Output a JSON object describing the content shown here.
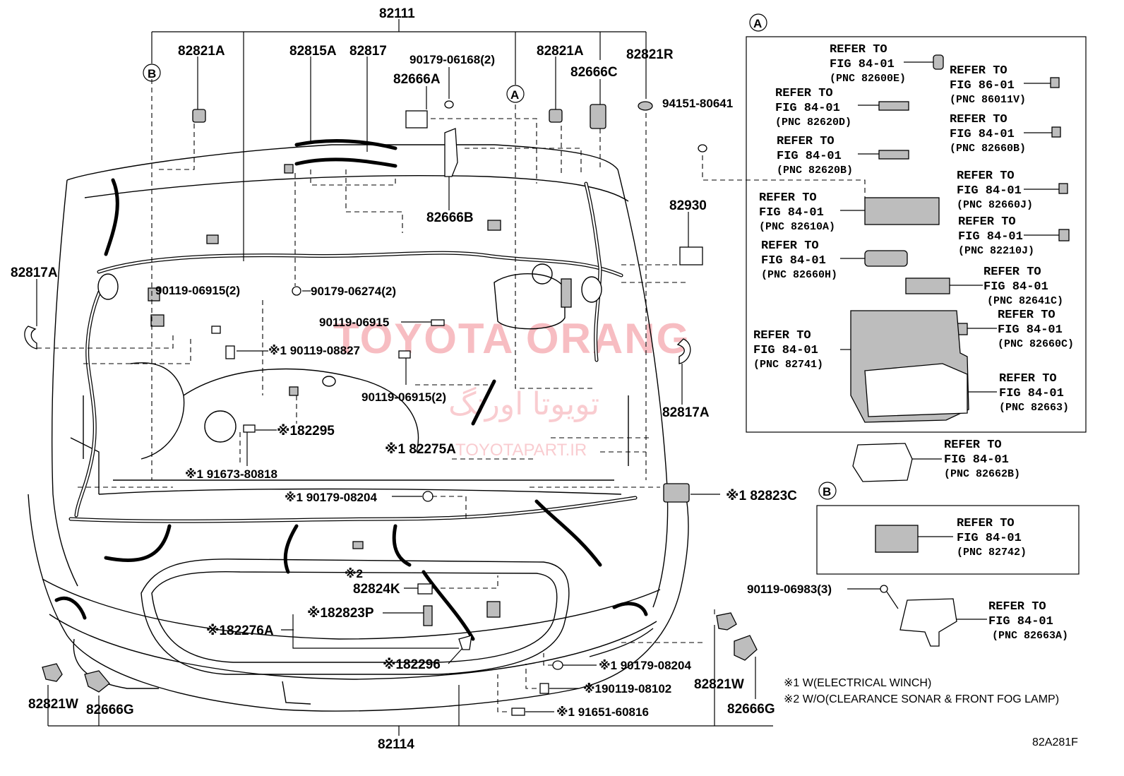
{
  "diagram_code": "82A281F",
  "watermark": {
    "main": "TOYOTA ORANG",
    "arabic": "تويوتا اورنگ",
    "url": "TOYOTAPART.IR"
  },
  "callouts": {
    "a": "A",
    "b": "B"
  },
  "labels": {
    "p82111": "82111",
    "p82114": "82114",
    "p82821A_l": "82821A",
    "p82815A": "82815A",
    "p82817": "82817",
    "p90179_06168": "90179-06168(2)",
    "p82666A": "82666A",
    "p82821A_r": "82821A",
    "p82666C": "82666C",
    "p82821R": "82821R",
    "p94151": "94151-80641",
    "p82666B": "82666B",
    "p82930": "82930",
    "p82817A_l": "82817A",
    "p82817A_r": "82817A",
    "p90119_06915_2a": "90119-06915(2)",
    "p90179_06274": "90179-06274(2)",
    "p90119_06915": "90119-06915",
    "p90119_08827": "※1 90119-08827",
    "p90119_06915_2b": "90119-06915(2)",
    "p82295": "※182295",
    "p82275A": "※1 82275A",
    "p91673": "※1 91673-80818",
    "p90179_08204a": "※1 90179-08204",
    "p82823C": "※1 82823C",
    "p82824K": "82824K",
    "p82823P": "※182823P",
    "p82276A": "※182276A",
    "p82296": "※182296",
    "p90179_08204b": "※1 90179-08204",
    "p90119_08102": "※190119-08102",
    "p91651": "※1 91651-60816",
    "p82821W_l": "82821W",
    "p82666G_l": "82666G",
    "p82821W_r": "82821W",
    "p82666G_r": "82666G",
    "star2": "※2",
    "p90119_06983": "90119-06983(3)"
  },
  "refer_prefix": "REFER TO",
  "refs": {
    "r82600E": {
      "fig": "FIG 84-01",
      "pnc": "(PNC 82600E)"
    },
    "r86011V": {
      "fig": "FIG 86-01",
      "pnc": "(PNC 86011V)"
    },
    "r82620D": {
      "fig": "FIG 84-01",
      "pnc": "(PNC 82620D)"
    },
    "r82660B": {
      "fig": "FIG 84-01",
      "pnc": "(PNC 82660B)"
    },
    "r82620B": {
      "fig": "FIG 84-01",
      "pnc": "(PNC 82620B)"
    },
    "r82660J": {
      "fig": "FIG 84-01",
      "pnc": "(PNC 82660J)"
    },
    "r82610A": {
      "fig": "FIG 84-01",
      "pnc": "(PNC 82610A)"
    },
    "r82210J": {
      "fig": "FIG 84-01",
      "pnc": "(PNC 82210J)"
    },
    "r82660H": {
      "fig": "FIG 84-01",
      "pnc": "(PNC 82660H)"
    },
    "r82641C": {
      "fig": "FIG 84-01",
      "pnc": "(PNC 82641C)"
    },
    "r82660C": {
      "fig": "FIG 84-01",
      "pnc": "(PNC 82660C)"
    },
    "r82741": {
      "fig": "FIG 84-01",
      "pnc": "(PNC 82741)"
    },
    "r82663": {
      "fig": "FIG 84-01",
      "pnc": "(PNC 82663)"
    },
    "r82662B": {
      "fig": "FIG 84-01",
      "pnc": "(PNC 82662B)"
    },
    "r82742": {
      "fig": "FIG 84-01",
      "pnc": "(PNC 82742)"
    },
    "r82663A": {
      "fig": "FIG 84-01",
      "pnc": "(PNC 82663A)"
    }
  },
  "notes": {
    "n1": "※1 W(ELECTRICAL WINCH)",
    "n2": "※2 W/O(CLEARANCE SONAR & FRONT FOG LAMP)"
  }
}
